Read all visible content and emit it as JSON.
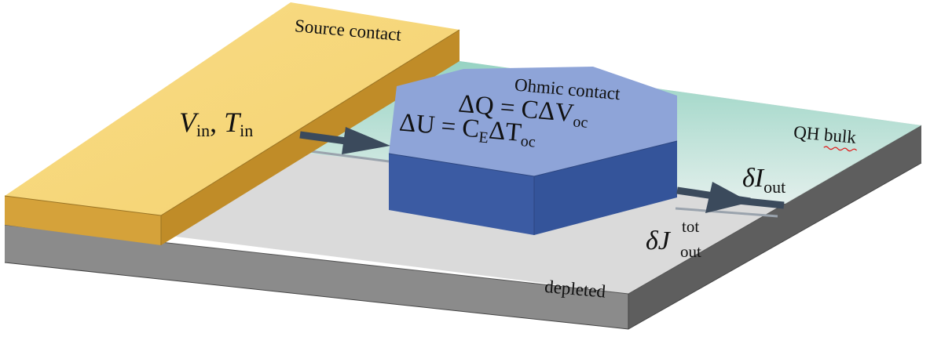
{
  "labels": {
    "source_contact": "Source contact",
    "ohmic_contact": "Ohmic contact",
    "qh_bulk": "QH bulk",
    "depleted": "depleted"
  },
  "math": {
    "vin_tin": {
      "v": "V",
      "v_sub": "in",
      "sep": ", ",
      "t": "T",
      "t_sub": "in"
    },
    "charge_eq": {
      "lhs": "ΔQ = CΔV",
      "sub": "oc"
    },
    "energy_eq": {
      "lhs": "ΔU = C",
      "mid_sub": "E",
      "rhs": "ΔT",
      "sub": "oc"
    },
    "delta_i_out": {
      "prefix": "δI",
      "sub": "out"
    },
    "delta_j_out": {
      "prefix": "δJ",
      "sup": "tot",
      "sub": "out"
    }
  },
  "colors": {
    "slab_top": "#d9d9d9",
    "slab_front": "#8a8a8a",
    "slab_side": "#5f5f5f",
    "bulk_top": "#9ad6c6",
    "source_top": "#f7d77b",
    "source_side": "#c8972f",
    "ohmic_top": "#8fa5d9",
    "ohmic_side": "#3a5aa0",
    "arrow": "#3b4a5c"
  },
  "icons": {
    "arrow_in": "right-arrow-icon",
    "arrow_out": "right-arrow-icon"
  }
}
